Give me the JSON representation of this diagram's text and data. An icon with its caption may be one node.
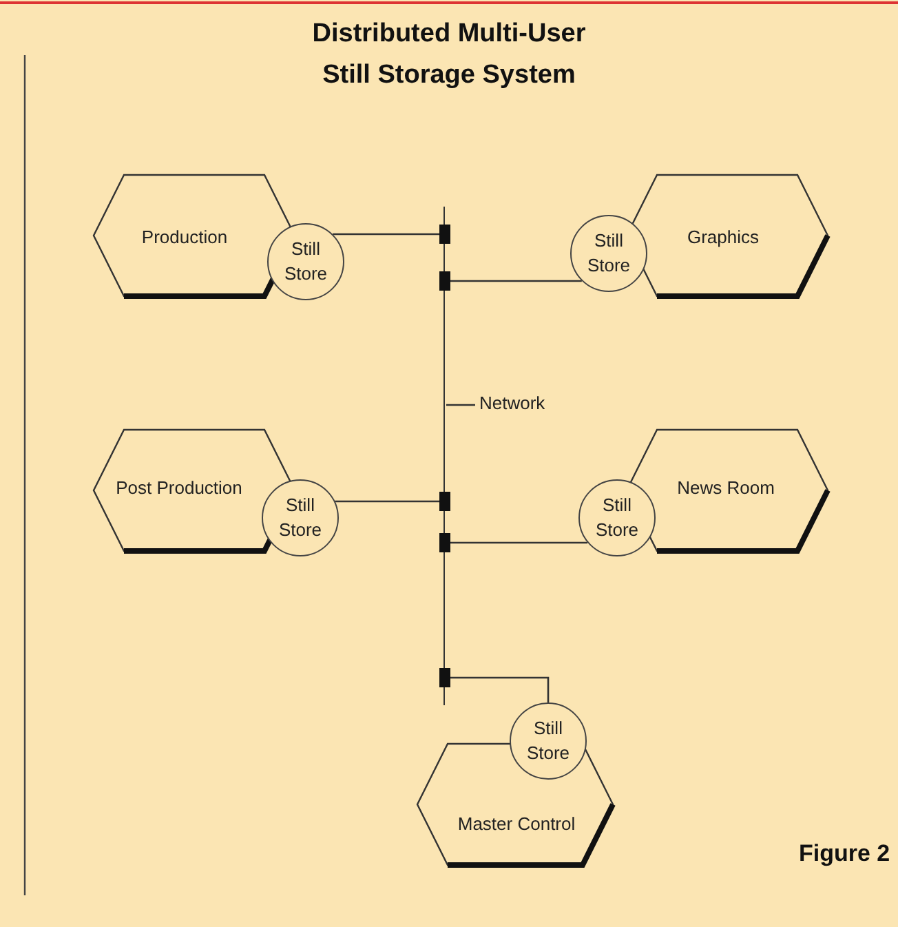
{
  "diagram": {
    "title": "Distributed Multi-User Still Storage System",
    "nodes": [
      {
        "text": [
          "Production"
        ]
      },
      {
        "text": [
          "Still Store"
        ]
      },
      {
        "text": [
          "Graphics"
        ]
      },
      {
        "text": [
          "Still Store"
        ]
      },
      {
        "text": [],
        "shape": "bar"
      },
      {
        "text": [
          "Network"
        ]
      },
      {
        "text": [
          "Post Production"
        ]
      },
      {
        "text": [
          "Still Store"
        ]
      },
      {
        "text": [
          "News Room"
        ]
      },
      {
        "text": [
          "Still Store"
        ]
      },
      {
        "text": [
          "Still Store"
        ]
      },
      {
        "text": [
          "Master Control"
        ]
      }
    ],
    "edges": [
      {
        "from": 1,
        "to": 4,
        "arrow": "other"
      },
      {
        "from": 3,
        "to": 4,
        "arrow": "other"
      },
      {
        "from": 5,
        "to": 4,
        "arrow": "none"
      },
      {
        "from": 7,
        "to": 4,
        "arrow": "other"
      },
      {
        "from": 9,
        "to": 4,
        "arrow": "other"
      },
      {
        "from": 10,
        "to": 4,
        "arrow": "other"
      }
    ],
    "labels": [
      "Figure 2"
    ]
  }
}
